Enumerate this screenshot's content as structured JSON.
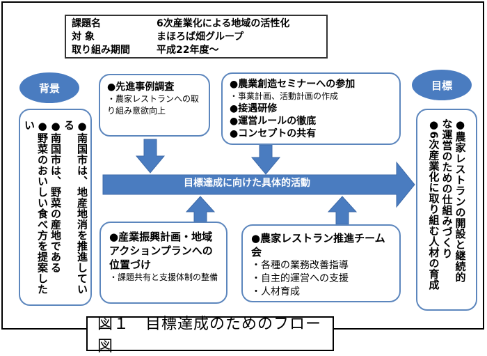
{
  "header": {
    "rows": [
      {
        "label": "課題名",
        "value": "6次産業化による地域の活性化"
      },
      {
        "label": "対 象",
        "value": "まほろば畑グループ"
      },
      {
        "label": "取り組み期間",
        "value": "平成22年度～"
      }
    ]
  },
  "background": {
    "oval_label": "背景",
    "items": [
      "●南国市は、地産地消を推進している",
      "●南国市は、野菜の産地である",
      "●野菜のおいしい食べ方を提案したい"
    ]
  },
  "goal": {
    "oval_label": "目標",
    "items": [
      "●農家レストランの開設と継続的な運営のための仕組みづくり",
      "●6次産業化に取り組む人材の育成"
    ]
  },
  "inputs_top": [
    {
      "title": "●先進事例調査",
      "subs": [
        "・農家レストランへの取り組み意欲向上"
      ]
    },
    {
      "title": "●農業創造セミナーへの参加",
      "subs": [
        "・事業計画、活動計画の作成"
      ],
      "extra": [
        "●接遇研修",
        "●運営ルールの徹底",
        "●コンセプトの共有"
      ]
    }
  ],
  "inputs_bottom": [
    {
      "title": "●産業振興計画・地域アクションプランへの位置づけ",
      "subs": [
        "・課題共有と支援体制の整備"
      ]
    },
    {
      "title": "●農家レストラン推進チーム会",
      "subs": [
        "・各種の業務改善指導",
        "・自主的運営への支援",
        "・人材育成"
      ]
    }
  ],
  "main_arrow": {
    "label": "目標達成に向けた具体的活動"
  },
  "caption": "図１　目標達成のためのフロー図",
  "colors": {
    "accent": "#4a7cc0",
    "box_border": "#5c86bd"
  }
}
